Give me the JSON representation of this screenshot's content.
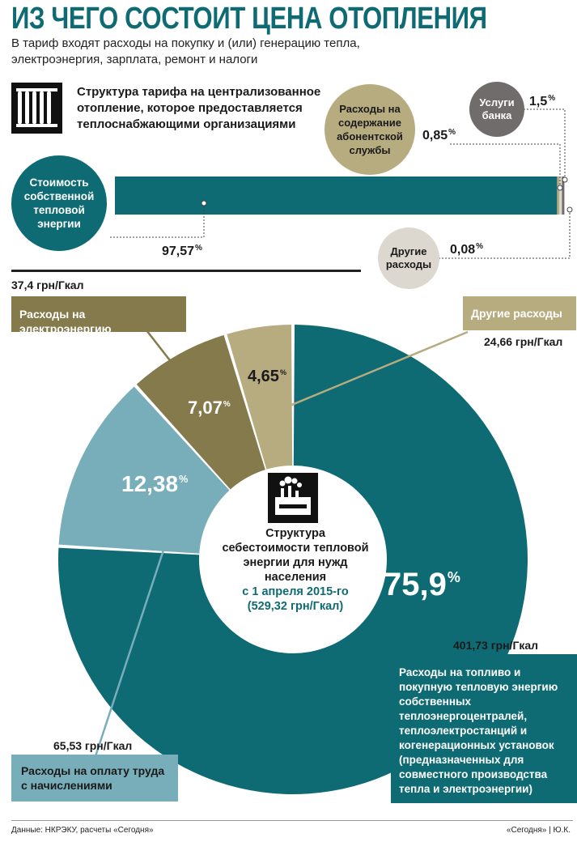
{
  "title": "ИЗ ЧЕГО СОСТОИТ ЦЕНА ОТОПЛЕНИЯ",
  "subtitle_line1": "В тариф входят расходы на покупку и (или) генерацию тепла,",
  "subtitle_line2": "электроэнергия, зарплата, ремонт и налоги",
  "tariff": {
    "title": "Структура тарифа на централизованное отопление, которое предоставляется теплоснабжающими организациями",
    "items": [
      {
        "label": "Стоимость собственной тепловой энергии",
        "value": 97.57,
        "value_text": "97,57",
        "color": "#0e6b74"
      },
      {
        "label": "Расходы на содержание абонентской службы",
        "value": 0.85,
        "value_text": "0,85",
        "color": "#b7ab80"
      },
      {
        "label": "Услуги банка",
        "value": 1.5,
        "value_text": "1,5",
        "color": "#706c6b"
      },
      {
        "label": "Другие расходы",
        "value": 0.08,
        "value_text": "0,08",
        "color": "#dcd8cf"
      }
    ]
  },
  "chart_data": [
    {
      "type": "bar",
      "title": "Структура тарифа на централизованное отопление, которое предоставляется теплоснабжающими организациями",
      "categories": [
        "Стоимость собственной тепловой энергии",
        "Расходы на содержание абонентской службы",
        "Услуги банка",
        "Другие расходы"
      ],
      "values": [
        97.57,
        0.85,
        1.5,
        0.08
      ],
      "unit": "%"
    },
    {
      "type": "pie",
      "title": "Структура себестоимости тепловой энергии для нужд населения",
      "categories": [
        "Расходы на топливо и покупную тепловую энергию",
        "Расходы на оплату труда с начислениями",
        "Расходы на электроэнергию",
        "Другие расходы"
      ],
      "values": [
        75.9,
        12.38,
        7.07,
        4.65
      ],
      "amounts": [
        401.73,
        65.53,
        37.4,
        24.66
      ],
      "unit": "%"
    }
  ],
  "pie": {
    "center_line1": "Структура",
    "center_line2": "себестоимости тепловой",
    "center_line3": "энергии для нужд населения",
    "center_date": "с 1 апреля 2015-го",
    "center_total": "(529,32 грн/Гкал)",
    "slices": [
      {
        "pct_text": "75,9",
        "amount_text": "401,73 грн/Гкал",
        "color": "#0e6b74",
        "label": "Расходы на топливо и покупную тепловую энергию собственных теплоэнергоцентралей, теплоэлектростанций и когенерационных установок (предназначенных для совместного производства тепла и электроэнергии)"
      },
      {
        "pct_text": "12,38",
        "amount_text": "65,53 грн/Гкал",
        "color": "#78aeba",
        "label": "Расходы на оплату труда с начислениями"
      },
      {
        "pct_text": "7,07",
        "amount_text": "37,4 грн/Гкал",
        "color": "#857a4c",
        "label": "Расходы на электроэнергию"
      },
      {
        "pct_text": "4,65",
        "amount_text": "24,66 грн/Гкал",
        "color": "#b7ab80",
        "label": "Другие расходы"
      }
    ]
  },
  "labels": {
    "own_energy": "Стоимость собственной тепловой энергии",
    "abonent": "Расходы на содержание абонентской службы",
    "bank": "Услуги банка",
    "other": "Другие расходы",
    "electricity_box": "Расходы на электроэнергию",
    "other_box": "Другие расходы",
    "labor_box": "Расходы на оплату труда с начислениями"
  },
  "icons": [
    "radiator-icon",
    "factory-icon"
  ],
  "footer": {
    "source": "Данные: НКРЭКУ, расчеты «Сегодня»",
    "credit": "«Сегодня» | Ю.К."
  }
}
